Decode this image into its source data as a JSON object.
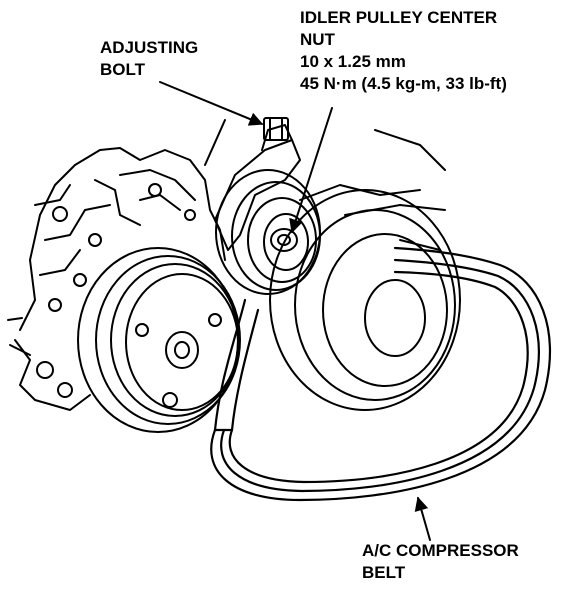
{
  "labels": {
    "adjusting_bolt": [
      "ADJUSTING",
      "BOLT"
    ],
    "idler_pulley": [
      "IDLER PULLEY CENTER",
      "NUT",
      "10 x 1.25 mm",
      "45 N·m (4.5 kg-m, 33 lb-ft)"
    ],
    "ac_belt": [
      "A/C COMPRESSOR",
      "BELT"
    ]
  }
}
